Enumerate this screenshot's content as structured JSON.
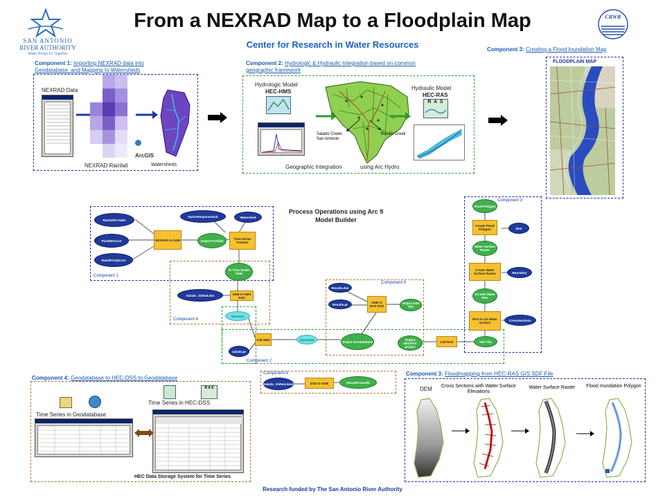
{
  "header": {
    "title": "From a NEXRAD Map to a Floodplain Map",
    "subtitle": "Center for Research in Water Resources",
    "logo_left_line1": "SAN ANTONIO",
    "logo_left_line2": "RIVER AUTHORITY",
    "logo_left_tagline": "Water Brings Us Together",
    "logo_right": "CRWR"
  },
  "component1": {
    "label_prefix": "Component 1:",
    "label_rest": "Importing NEXRAD data into Geodatabase, and Mapping to Watersheds",
    "nexrad_data": "NEXRAD Data",
    "nexrad_rainfall": "NEXRAD Rainfall",
    "watersheds": "Watersheds",
    "arcgis_logo": "ArcGIS"
  },
  "component2": {
    "label_prefix": "Component 2:",
    "label_rest": "Hydrologic & Hydraulic Integration based on common geographic framework",
    "hydrologic_model": "Hydrologic Model",
    "hec_hms": "HEC-HMS",
    "hydraulic_model": "Hydraulic Model",
    "hec_ras": "HEC-RAS",
    "salado_creek": "Salado Creek, San Antonio",
    "rosillo_creek": "Rosillo Creek",
    "geo_integration": "Geographic Integration",
    "using_arc_hydro": "using Arc Hydro",
    "ras_icon_text": "R A S"
  },
  "component3_top": {
    "label_prefix": "Component 3:",
    "label_rest": "Creating a Flood Inundation Map",
    "floodplain_map": "FLOODPLAIN MAP"
  },
  "process": {
    "title": "Process Operations using Arc 9 Model Builder",
    "component1": "Component 1",
    "component2": "Component 2",
    "component3": "Component 3",
    "component4a": "Component 4",
    "component4b": "Component 4",
    "component4c": "Component 4",
    "nodes": {
      "rainfall_fc": "RainfallFcTable",
      "pixel_dem": "PixelDEV2.txt",
      "rated_fc": "RatedFCtab2.txt",
      "nexrad_gdb": "NEXRAD to GDB",
      "hydro_resp": "HydroResponseUnit",
      "watershed": "Watershed",
      "output_fs": "Output FSTable",
      "time_series_transfer": "Time Series Transfer",
      "to_ts_table": "To Time Series Table",
      "salado_dss": "Salado_1hilted.dss",
      "gdb_hms_dss": "GDB to HMS DSS",
      "success": "Success",
      "call_hms": "Call HMS",
      "success2": "Success2",
      "salado_pr": "salado.pr",
      "results_dss": "Results.dss",
      "results_pr": "Results.pr",
      "gdb_ras_dss": "GDB to RAS DSS",
      "output_dss": "Output DSS File",
      "output_geodb": "Output Geodatabase",
      "output_hecras": "Output HECRAS project",
      "call_ras": "Call RAS",
      "sdf_file": "SDF File",
      "ras_xs": "RAS to XS Water Surface",
      "cross_sections": "CrossSections",
      "xs_water": "XS with Water Elev",
      "create_ws": "Create Water Surface Raster",
      "boundary": "Boundary",
      "ws_raster": "Water Surface Raster",
      "create_fp": "Create Flood Polygon",
      "dem": "dem",
      "flood_polygon": "Flood Polygon",
      "salado_dss2": "Salado_1hilted.dss2",
      "dss_gdb": "DSS to GDB",
      "result_gdb": "ResultFcGeodb"
    }
  },
  "component4": {
    "label_prefix": "Component 4:",
    "label_rest": "Geodatabase to HEC-DSS to Geodatabase",
    "ts_hec_dss": "Time Series in HEC-DSS",
    "ts_geodatabase": "Time Series in Geodatabase",
    "hec_storage": "HEC Data Storage System for Time Series"
  },
  "component3_bottom": {
    "label_prefix": "Component 3:",
    "label_rest": "Floodmapping from HEC-RAS GIS SDF File",
    "dem": "DEM",
    "cross_sections": "Cross Sections with Water Surface Elevations",
    "water_surface_raster": "Water Surface Raster",
    "flood_inundation": "Flood Inundation Polygon"
  },
  "footer": {
    "text": "Research funded by The San Antonio River Authority"
  }
}
